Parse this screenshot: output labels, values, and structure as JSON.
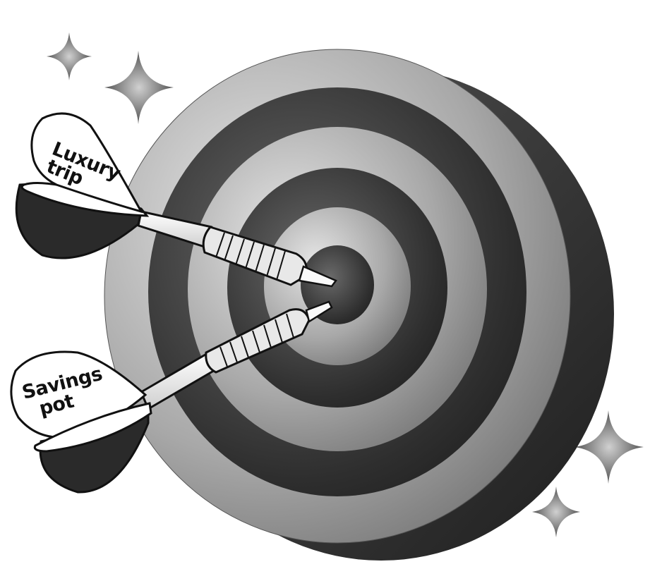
{
  "illustration": {
    "subject": "dartboard with two darts",
    "dart_upper": {
      "label_line1": "Luxury",
      "label_line2": "trip"
    },
    "dart_lower": {
      "label_line1": "Savings",
      "label_line2": "pot"
    },
    "colors": {
      "ring_dark": "#2e2e2e",
      "ring_light": "#b8b8b8",
      "board_side": "#3a3a3a",
      "outline": "#111111",
      "sparkle": "#5a5a5a",
      "flight_fill": "#ffffff",
      "flight_dark": "#2a2a2a"
    },
    "icons": [
      "sparkle-icon",
      "sparkle-icon",
      "sparkle-icon",
      "sparkle-icon"
    ]
  }
}
